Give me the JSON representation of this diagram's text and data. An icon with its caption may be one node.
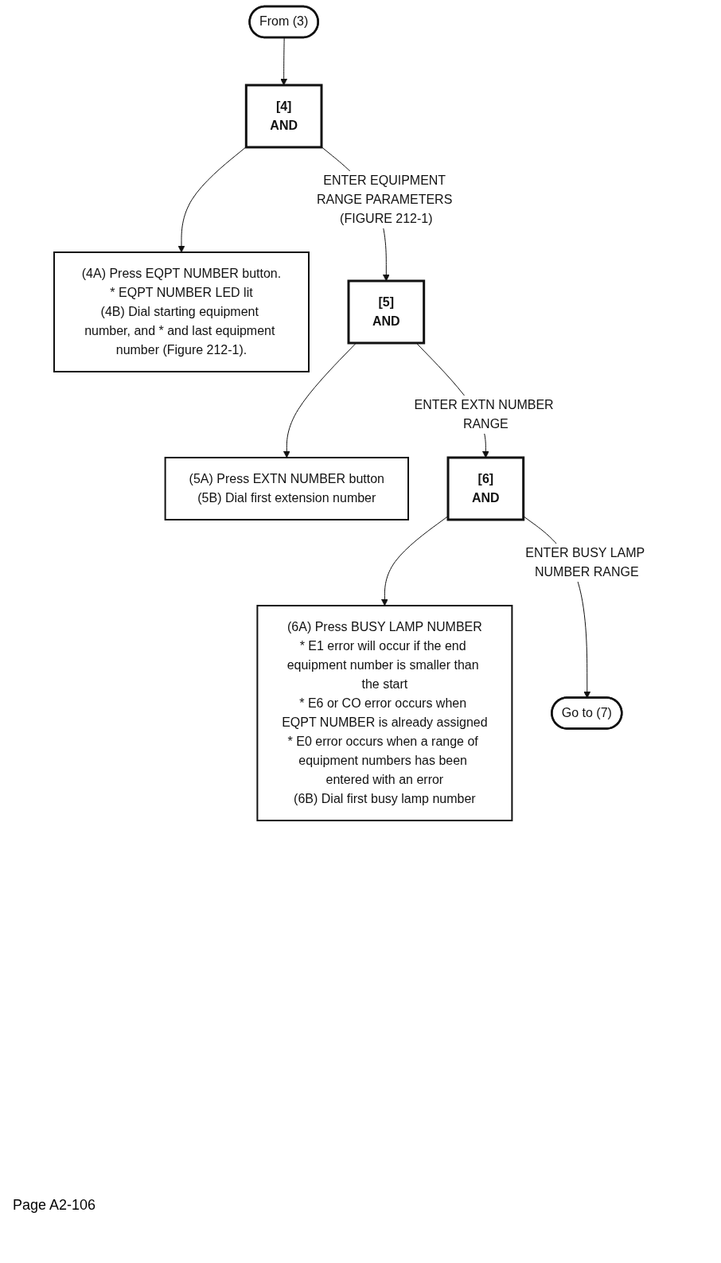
{
  "diagram": {
    "nodes": [
      {
        "text": [
          "From (3)"
        ]
      },
      {
        "text": [
          "[4]",
          "AND"
        ]
      },
      {
        "text": [
          "(4A) Press EQPT NUMBER button.",
          "* EQPT NUMBER LED lit",
          "(4B) Dial starting equipment number, and * and last equipment number (Figure 212-1)."
        ]
      },
      {
        "text": [
          "[5]",
          "AND"
        ]
      },
      {
        "text": [
          "(5A) Press EXTN NUMBER button",
          "(5B) Dial first extension number"
        ]
      },
      {
        "text": [
          "[6]",
          "AND"
        ]
      },
      {
        "text": [
          "(6A) Press BUSY LAMP NUMBER",
          "* E1 error will occur if the end equipment number is smaller than the start",
          "* E6 or CO error occurs when EQPT NUMBER is already assigned",
          "* E0 error occurs when a range of equipment numbers has been entered with an error",
          "(6B) Dial first busy lamp number"
        ]
      },
      {
        "text": [
          "Go to (7)"
        ]
      }
    ],
    "edges": [
      {
        "from": 0,
        "to": 1,
        "arrow": "to"
      },
      {
        "from": 1,
        "to": 2,
        "arrow": "to"
      },
      {
        "from": 1,
        "to": 3,
        "arrow": "to",
        "label": "ENTER EQUIPMENT RANGE PARAMETERS (FIGURE 212-1)"
      },
      {
        "from": 3,
        "to": 4,
        "arrow": "to"
      },
      {
        "from": 3,
        "to": 5,
        "arrow": "to",
        "label": "ENTER EXTN NUMBER RANGE"
      },
      {
        "from": 5,
        "to": 6,
        "arrow": "to"
      },
      {
        "from": 5,
        "to": 7,
        "arrow": "to",
        "label": "ENTER BUSY LAMP NUMBER RANGE"
      }
    ],
    "labels": [
      "Page A2-106"
    ]
  }
}
